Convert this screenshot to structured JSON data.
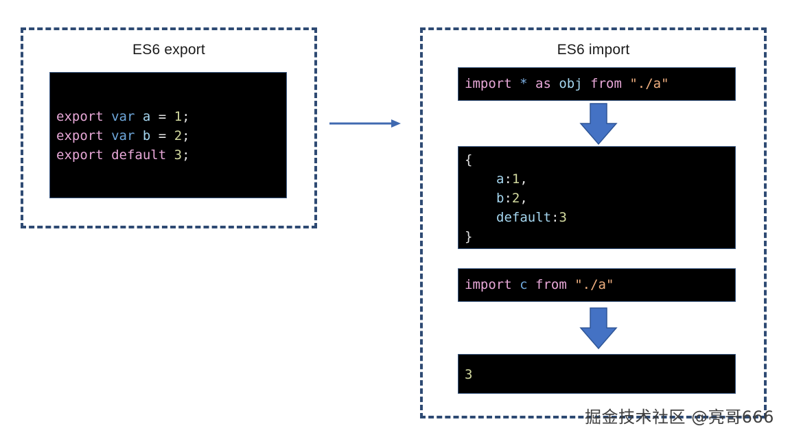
{
  "diagram": {
    "title_left": "ES6 export",
    "title_right": "ES6 import",
    "watermark": "掘金技术社区 @亮哥666",
    "colors": {
      "panel_border": "#2E4A73",
      "arrow_fill": "#4472C4",
      "arrow_stroke": "#2E5596",
      "code_background": "#000000",
      "keyword": "#e8a8d8",
      "variable": "#9ecbe8",
      "number": "#d4dba0",
      "string": "#f0b080"
    }
  },
  "export_code": {
    "lines": [
      {
        "keyword": "export",
        "declarator": "var",
        "name": "a",
        "operator": "=",
        "value": "1",
        "terminator": ";"
      },
      {
        "keyword": "export",
        "declarator": "var",
        "name": "b",
        "operator": "=",
        "value": "2",
        "terminator": ";"
      },
      {
        "keyword": "export",
        "declarator": "default",
        "name": "",
        "operator": "",
        "value": "3",
        "terminator": ";"
      }
    ],
    "plain": [
      "export var a = 1;",
      "export var b = 2;",
      "export default 3;"
    ]
  },
  "import_star": {
    "keyword": "import",
    "star": "*",
    "as": "as",
    "binding": "obj",
    "from": "from",
    "source": "\"./a\"",
    "plain": "import * as obj from \"./a\""
  },
  "object_result": {
    "open_brace": "{",
    "entries": [
      {
        "key": "a",
        "colon": ":",
        "value": "1",
        "comma": ","
      },
      {
        "key": "b",
        "colon": ":",
        "value": "2",
        "comma": ","
      },
      {
        "key": "default",
        "colon": ":",
        "value": "3",
        "comma": ""
      }
    ],
    "close_brace": "}",
    "plain": "{\n    a:1,\n    b:2,\n    default:3\n}"
  },
  "import_default": {
    "keyword": "import",
    "binding": "c",
    "from": "from",
    "source": "\"./a\"",
    "plain": "import c from \"./a\""
  },
  "default_result": {
    "value": "3"
  }
}
